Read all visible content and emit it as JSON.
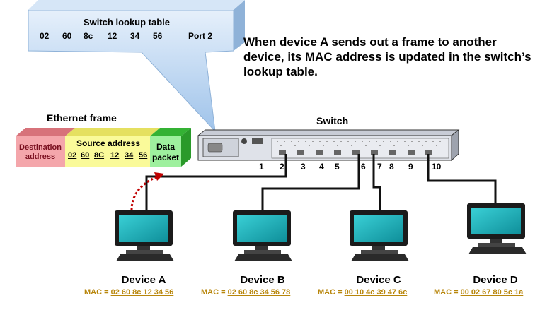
{
  "lookup_table": {
    "title": "Switch lookup table",
    "bytes": [
      "02",
      "60",
      "8c",
      "12",
      "34",
      "56"
    ],
    "port": "Port 2"
  },
  "caption": "When device A sends out a frame to another device, its MAC address is updated in the switch’s lookup table.",
  "frame": {
    "title": "Ethernet frame",
    "destination_label": "Destination address",
    "source_label": "Source address",
    "source_bytes": [
      "02",
      "60",
      "8C",
      "12",
      "34",
      "56"
    ],
    "data_label": "Data packet"
  },
  "switch": {
    "title": "Switch",
    "ports": [
      "1",
      "2",
      "3",
      "4",
      "5",
      "6",
      "7",
      "8",
      "9",
      "10"
    ]
  },
  "devices": [
    {
      "name": "Device A",
      "mac_prefix": "MAC = ",
      "mac": "02 60 8c 12 34 56"
    },
    {
      "name": "Device B",
      "mac_prefix": "MAC = ",
      "mac": "02 60 8c 34 56 78"
    },
    {
      "name": "Device C",
      "mac_prefix": "MAC = ",
      "mac": "00 10 4c 39 47 6c"
    },
    {
      "name": "Device D",
      "mac_prefix": "MAC = ",
      "mac": "00 02 67 80 5c 1a"
    }
  ],
  "colors": {
    "callout": "#bcd6f0",
    "destination": "#f4a6ab",
    "source": "#fafa9a",
    "data": "#9ef09e",
    "mac_text": "#b8860b",
    "arrow": "#c00000"
  }
}
